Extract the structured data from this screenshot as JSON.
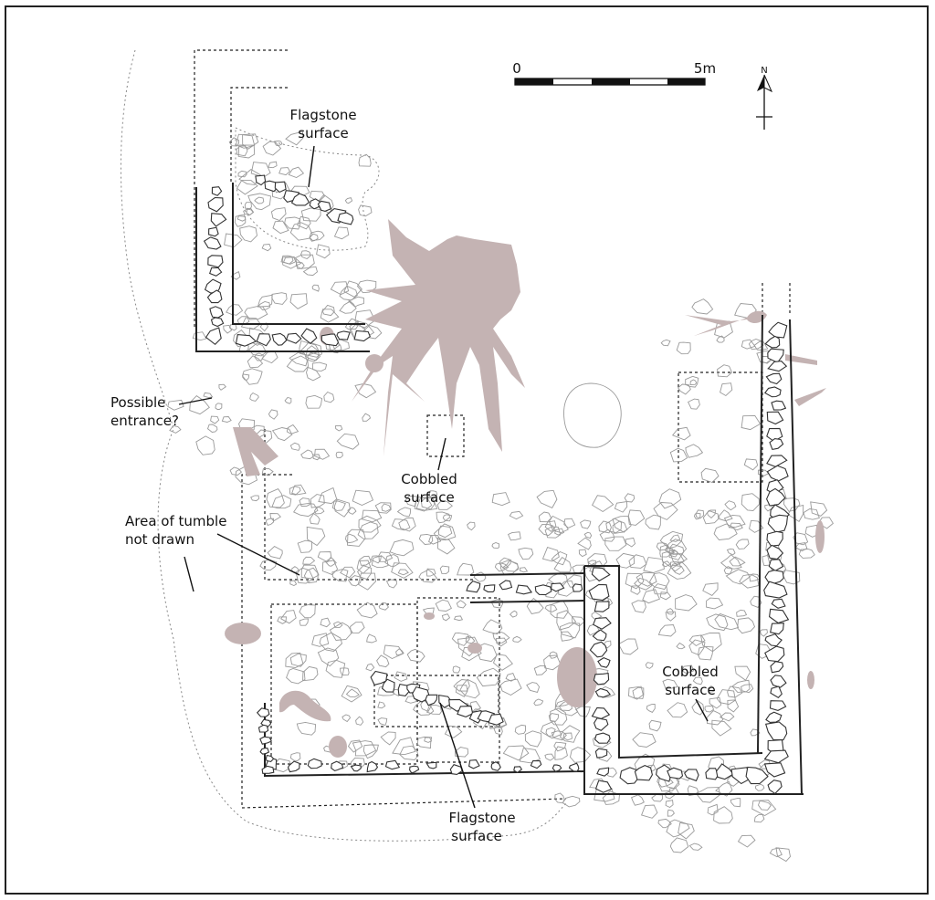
{
  "map": {
    "type": "archaeological site plan",
    "colors": {
      "tree_fill": "#c4b3b3",
      "wall_stroke": "#222222",
      "stone_stroke": "#9a9a9a",
      "frame": "#222222"
    }
  },
  "scale_bar": {
    "start_label": "0",
    "end_label": "5m"
  },
  "north_arrow": {
    "label": "N",
    "icon": "north-arrow-icon"
  },
  "labels": {
    "flagstone_top": [
      "Flagstone",
      "surface"
    ],
    "possible_entrance": [
      "Possible",
      "entrance?"
    ],
    "cobbled_center": [
      "Cobbled",
      "surface"
    ],
    "tumble": [
      "Area of tumble",
      "not drawn"
    ],
    "cobbled_right": [
      "Cobbled",
      "surface"
    ],
    "flagstone_bottom": [
      "Flagstone",
      "surface"
    ]
  }
}
